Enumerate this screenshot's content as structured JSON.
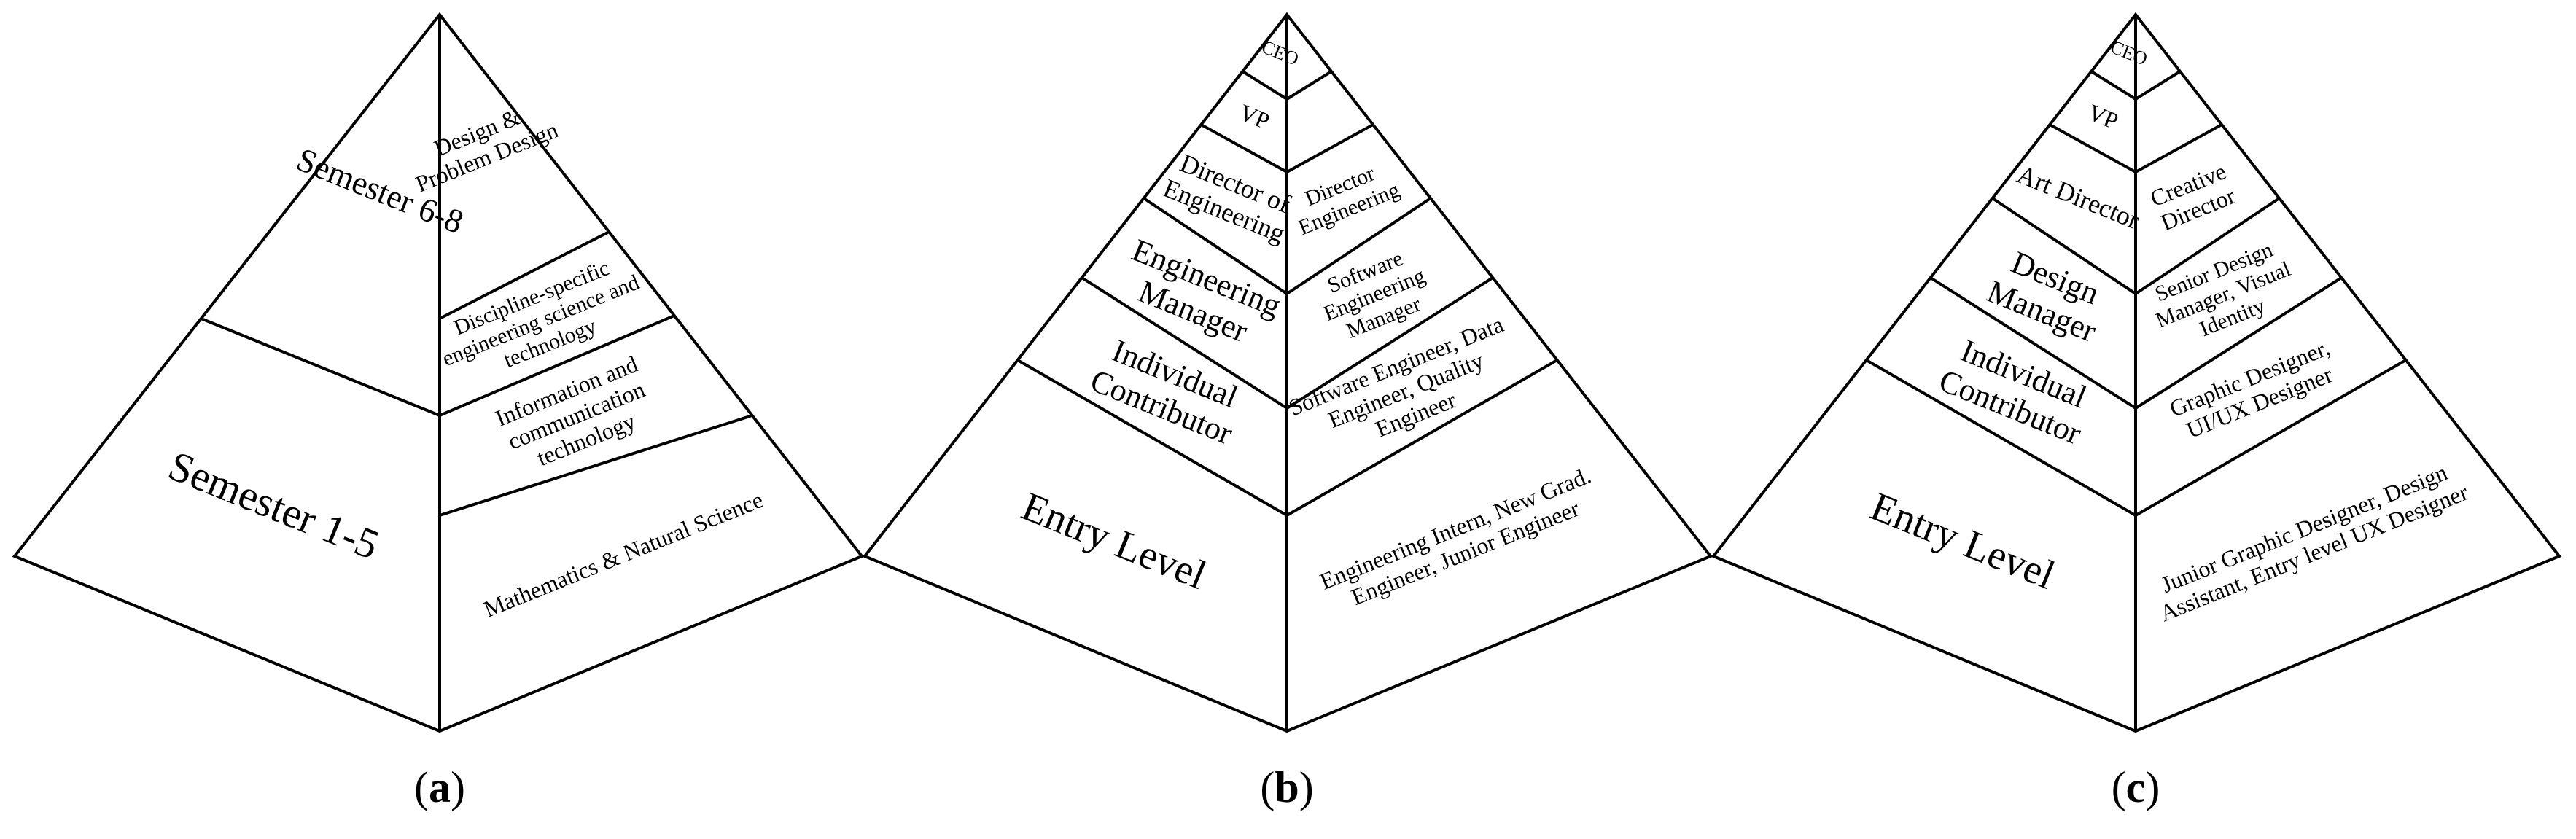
{
  "diagrams": [
    {
      "id": "a",
      "caption": "a",
      "left_tiers": [
        {
          "label": [
            "Semester 6-8"
          ]
        },
        {
          "label": [
            "Semester 1-5"
          ]
        }
      ],
      "right_tiers": [
        {
          "label": [
            "Design &",
            "Problem Design"
          ]
        },
        {
          "label": [
            "Discipline-specific",
            "engineering science and",
            "technology"
          ]
        },
        {
          "label": [
            "Information and",
            "communication",
            "technology"
          ]
        },
        {
          "label": [
            "Mathematics & Natural Science"
          ]
        }
      ]
    },
    {
      "id": "b",
      "caption": "b",
      "left_tiers": [
        {
          "label": [
            "CEO"
          ]
        },
        {
          "label": [
            "VP"
          ]
        },
        {
          "label": [
            "Director of",
            "Engineering"
          ]
        },
        {
          "label": [
            "Engineering",
            "Manager"
          ]
        },
        {
          "label": [
            "Individual",
            "Contributor"
          ]
        },
        {
          "label": [
            "Entry Level"
          ]
        }
      ],
      "right_tiers": [
        {
          "label": []
        },
        {
          "label": []
        },
        {
          "label": [
            "Director",
            "Engineering"
          ]
        },
        {
          "label": [
            "Software",
            "Engineering",
            "Manager"
          ]
        },
        {
          "label": [
            "Software Engineer, Data",
            "Engineer, Quality",
            "Engineer"
          ]
        },
        {
          "label": [
            "Engineering Intern, New Grad.",
            "Engineer, Junior Engineer"
          ]
        }
      ]
    },
    {
      "id": "c",
      "caption": "c",
      "left_tiers": [
        {
          "label": [
            "CEO"
          ]
        },
        {
          "label": [
            "VP"
          ]
        },
        {
          "label": [
            "Art Director"
          ]
        },
        {
          "label": [
            "Design",
            "Manager"
          ]
        },
        {
          "label": [
            "Individual",
            "Contributor"
          ]
        },
        {
          "label": [
            "Entry Level"
          ]
        }
      ],
      "right_tiers": [
        {
          "label": []
        },
        {
          "label": []
        },
        {
          "label": [
            "Creative",
            "Director"
          ]
        },
        {
          "label": [
            "Senior Design",
            "Manager, Visual",
            "Identity"
          ]
        },
        {
          "label": [
            "Graphic Designer,",
            "UI/UX Designer"
          ]
        },
        {
          "label": [
            "Junior Graphic Designer, Design",
            "Assistant, Entry level UX Designer"
          ]
        }
      ]
    }
  ]
}
